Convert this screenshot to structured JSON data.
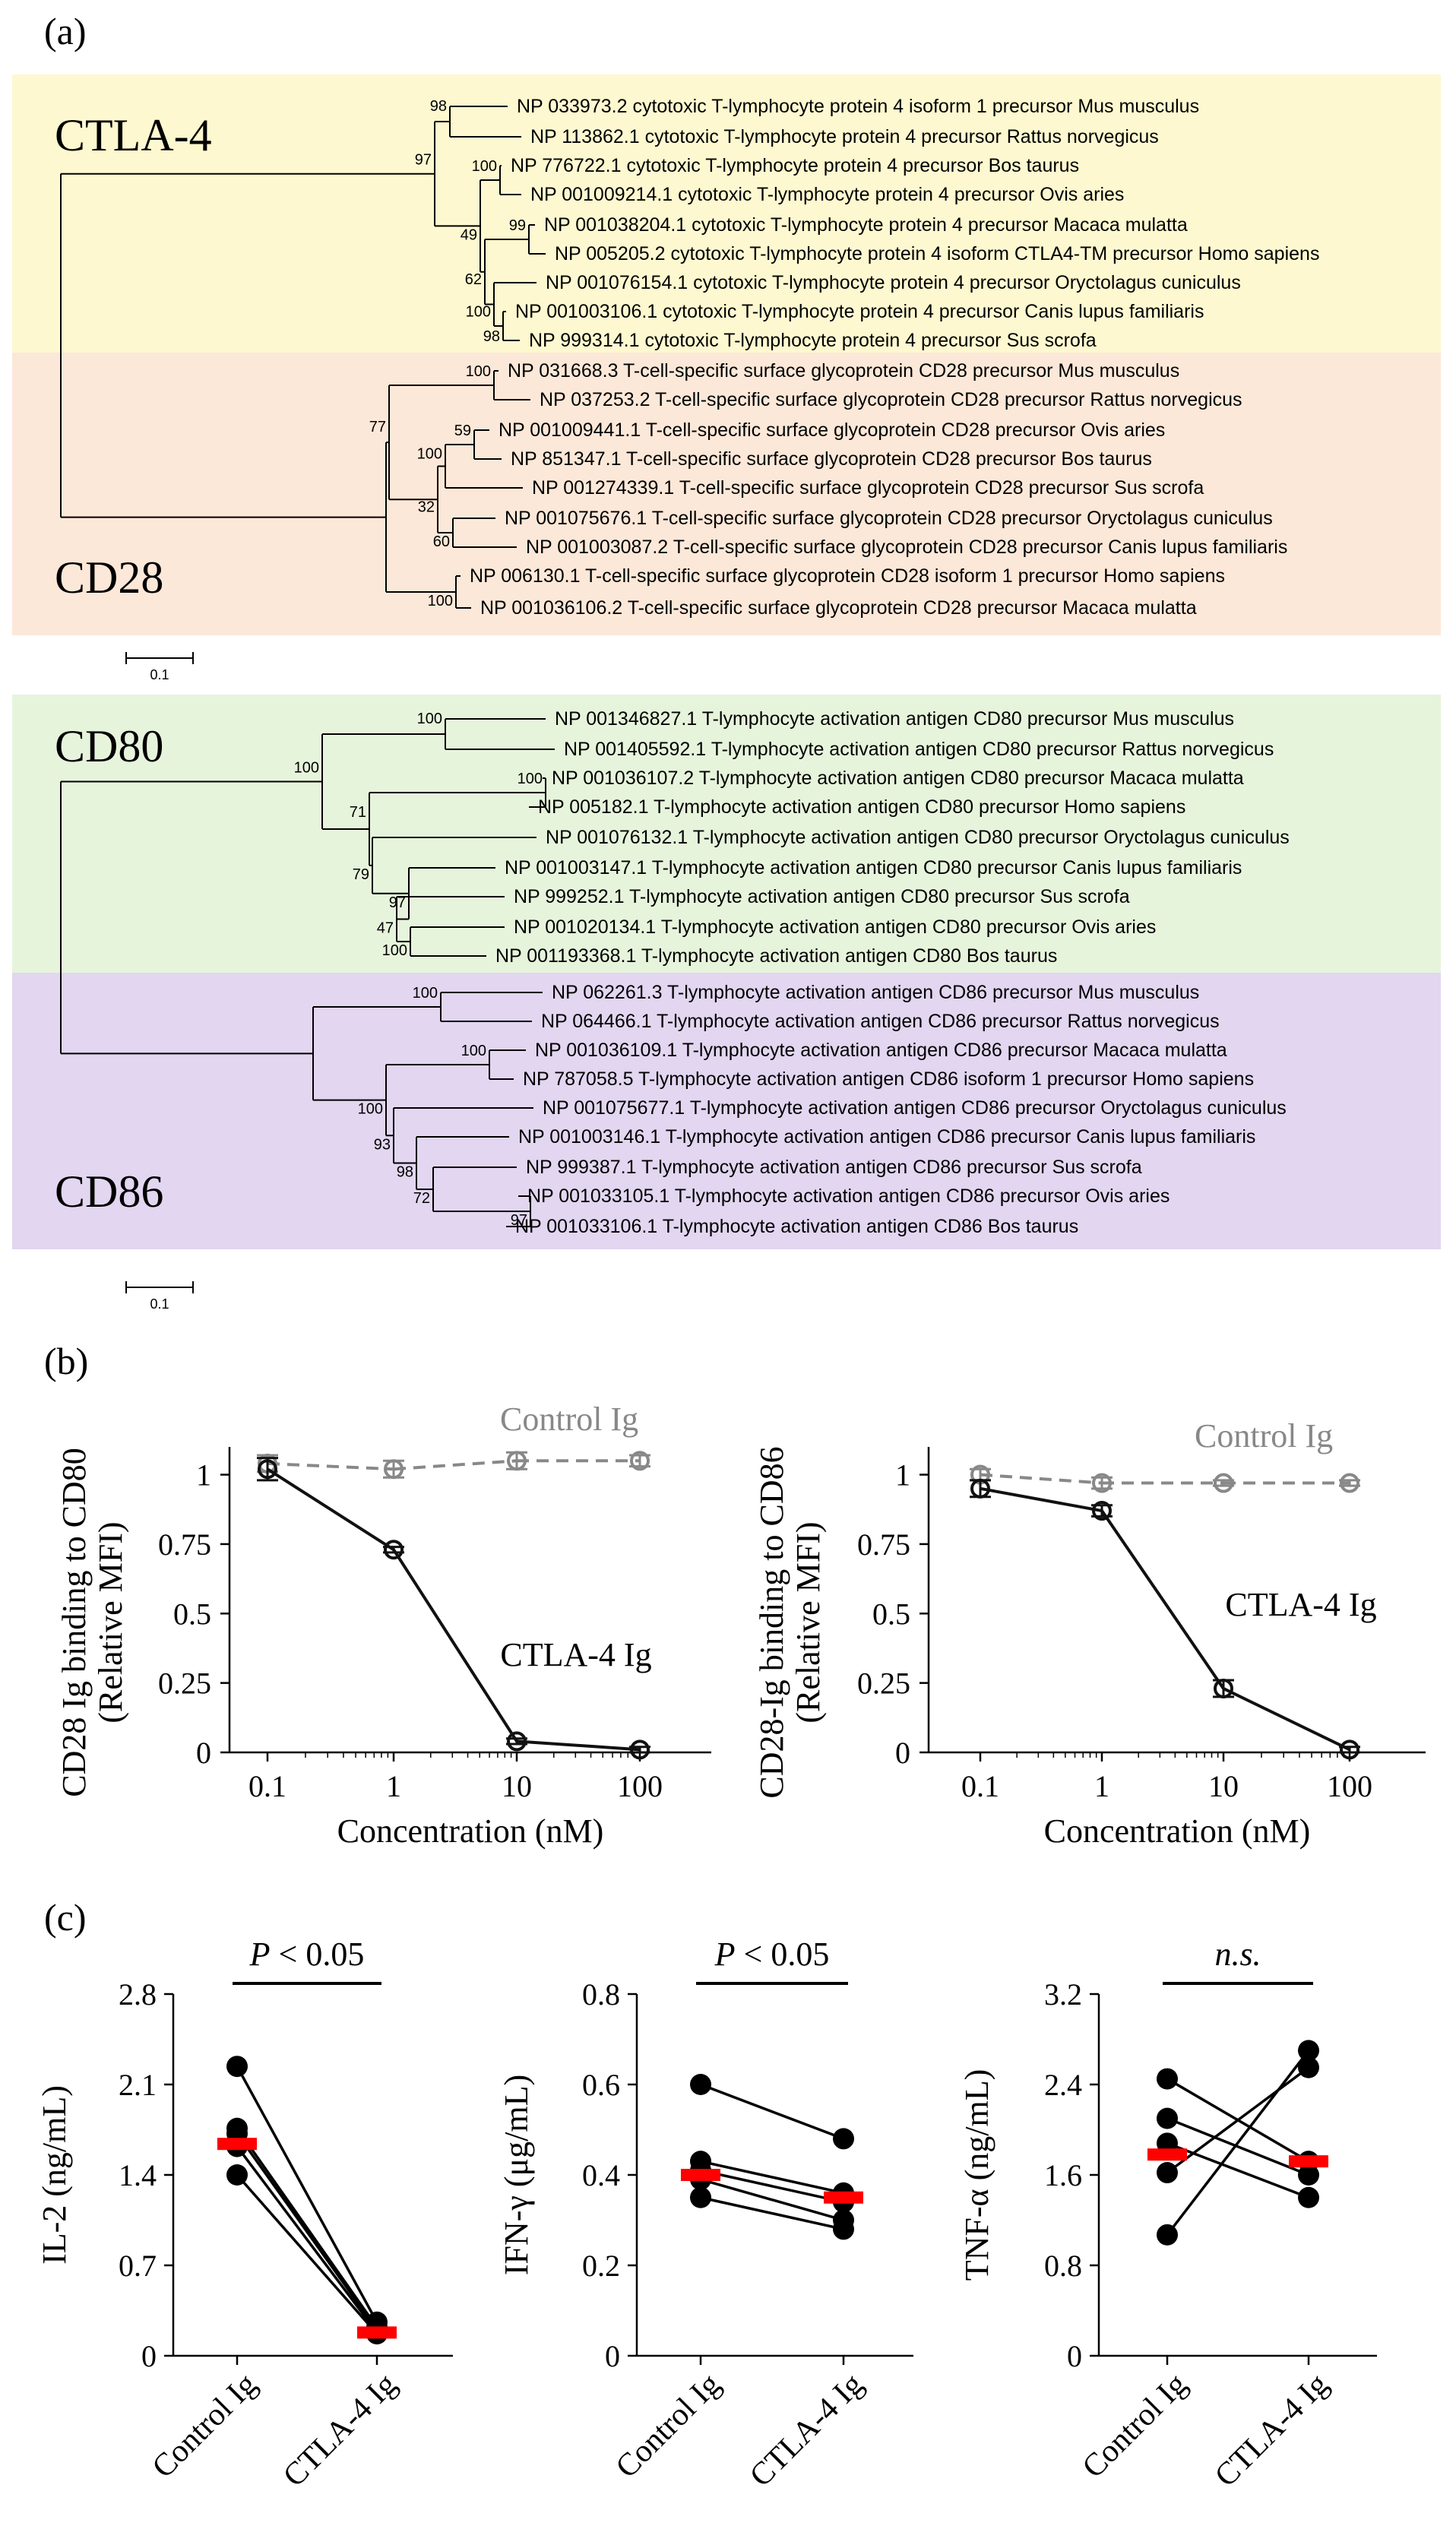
{
  "panels": {
    "a": "(a)",
    "b": "(b)",
    "c": "(c)"
  },
  "colors": {
    "ctla4_bg": "#fdf8d0",
    "cd28_bg": "#fce8d8",
    "cd80_bg": "#e7f4dc",
    "cd86_bg": "#e2d6f0",
    "control": "#888888",
    "ctla4": "#111111",
    "median": "#ff0000",
    "points": "#000000"
  },
  "trees": [
    {
      "scale_label": "0.1",
      "groups": [
        {
          "label": "CTLA-4",
          "taxa": [
            "NP 033973.2 cytotoxic T-lymphocyte protein 4 isoform 1 precursor Mus musculus",
            "NP 113862.1 cytotoxic T-lymphocyte protein 4 precursor Rattus norvegicus",
            "NP 776722.1 cytotoxic T-lymphocyte protein 4 precursor Bos taurus",
            "NP 001009214.1 cytotoxic T-lymphocyte protein 4 precursor Ovis aries",
            "NP 001038204.1 cytotoxic T-lymphocyte protein 4 precursor Macaca mulatta",
            "NP 005205.2 cytotoxic T-lymphocyte protein 4 isoform CTLA4-TM precursor Homo sapiens",
            "NP 001076154.1 cytotoxic T-lymphocyte protein 4 precursor Oryctolagus cuniculus",
            "NP 001003106.1 cytotoxic T-lymphocyte protein 4 precursor Canis lupus familiaris",
            "NP 999314.1 cytotoxic T-lymphocyte protein 4 precursor Sus scrofa"
          ]
        },
        {
          "label": "CD28",
          "taxa": [
            "NP 031668.3 T-cell-specific surface glycoprotein CD28 precursor Mus musculus",
            "NP 037253.2 T-cell-specific surface glycoprotein CD28 precursor Rattus norvegicus",
            "NP 001009441.1 T-cell-specific surface glycoprotein CD28 precursor Ovis aries",
            "NP 851347.1 T-cell-specific surface glycoprotein CD28 precursor Bos taurus",
            "NP 001274339.1 T-cell-specific surface glycoprotein CD28 precursor Sus scrofa",
            "NP 001075676.1 T-cell-specific surface glycoprotein CD28 precursor Oryctolagus cuniculus",
            "NP 001003087.2 T-cell-specific surface glycoprotein CD28 precursor Canis lupus familiaris",
            "NP 006130.1 T-cell-specific surface glycoprotein CD28 isoform 1 precursor Homo sapiens",
            "NP 001036106.2 T-cell-specific surface glycoprotein CD28 precursor Macaca mulatta"
          ]
        }
      ],
      "bootstrap": [
        "98",
        "100",
        "99",
        "98",
        "100",
        "62",
        "49",
        "97",
        "100",
        "59",
        "100",
        "60",
        "32",
        "77",
        "100"
      ]
    },
    {
      "scale_label": "0.1",
      "groups": [
        {
          "label": "CD80",
          "taxa": [
            "NP 001346827.1 T-lymphocyte activation antigen CD80 precursor Mus musculus",
            "NP 001405592.1 T-lymphocyte activation antigen CD80 precursor Rattus norvegicus",
            "NP 001036107.2 T-lymphocyte activation antigen CD80 precursor Macaca mulatta",
            "NP 005182.1 T-lymphocyte activation antigen CD80 precursor Homo sapiens",
            "NP 001076132.1 T-lymphocyte activation antigen CD80 precursor Oryctolagus cuniculus",
            "NP 001003147.1 T-lymphocyte activation antigen CD80 precursor Canis lupus familiaris",
            "NP 999252.1 T-lymphocyte activation antigen CD80 precursor Sus scrofa",
            "NP 001020134.1 T-lymphocyte activation antigen CD80 precursor Ovis aries",
            "NP 001193368.1 T-lymphocyte activation antigen CD80 Bos taurus"
          ]
        },
        {
          "label": "CD86",
          "taxa": [
            "NP 062261.3 T-lymphocyte activation antigen CD86 precursor Mus musculus",
            "NP 064466.1 T-lymphocyte activation antigen CD86 precursor Rattus norvegicus",
            "NP 001036109.1 T-lymphocyte activation antigen CD86 precursor Macaca mulatta",
            "NP 787058.5 T-lymphocyte activation antigen CD86 isoform 1 precursor Homo sapiens",
            "NP 001075677.1 T-lymphocyte activation antigen CD86 precursor Oryctolagus cuniculus",
            "NP 001003146.1 T-lymphocyte activation antigen CD86 precursor Canis lupus familiaris",
            "NP 999387.1 T-lymphocyte activation antigen CD86 precursor Sus scrofa",
            "NP 001033105.1 T-lymphocyte activation antigen CD86 precursor Ovis aries",
            "NP 001033106.1 T-lymphocyte activation antigen CD86 Bos taurus"
          ]
        }
      ],
      "bootstrap": [
        "100",
        "100",
        "100",
        "47",
        "97",
        "79",
        "71",
        "100",
        "100",
        "100",
        "97",
        "72",
        "98",
        "93",
        "100"
      ]
    }
  ],
  "chart_data": [
    {
      "type": "line",
      "ylabel": "CD28 Ig binding to CD80",
      "ylabel2": "(Relative MFI)",
      "xlabel": "Concentration (nM)",
      "x": [
        0.1,
        1,
        10,
        100
      ],
      "xticks": [
        "0.1",
        "1",
        "10",
        "100"
      ],
      "xlog": true,
      "ylim": [
        0,
        1.1
      ],
      "yticks": [
        "0",
        "0.25",
        "0.5",
        "0.75",
        "1"
      ],
      "series": [
        {
          "name": "Control Ig",
          "values": [
            1.04,
            1.02,
            1.05,
            1.05
          ],
          "err": [
            0.03,
            0.03,
            0.03,
            0.02
          ],
          "dashed": true
        },
        {
          "name": "CTLA-4 Ig",
          "values": [
            1.02,
            0.73,
            0.04,
            0.01
          ],
          "err": [
            0.04,
            0.01,
            0.01,
            0.01
          ],
          "dashed": false
        }
      ]
    },
    {
      "type": "line",
      "ylabel": "CD28-Ig binding to CD86",
      "ylabel2": "(Relative MFI)",
      "xlabel": "Concentration (nM)",
      "x": [
        0.1,
        1,
        10,
        100
      ],
      "xticks": [
        "0.1",
        "1",
        "10",
        "100"
      ],
      "xlog": true,
      "ylim": [
        0,
        1.1
      ],
      "yticks": [
        "0",
        "0.25",
        "0.5",
        "0.75",
        "1"
      ],
      "series": [
        {
          "name": "Control Ig",
          "values": [
            1.0,
            0.97,
            0.97,
            0.97
          ],
          "err": [
            0.02,
            0.02,
            0.01,
            0.01
          ],
          "dashed": true
        },
        {
          "name": "CTLA-4 Ig",
          "values": [
            0.95,
            0.87,
            0.23,
            0.01
          ],
          "err": [
            0.03,
            0.02,
            0.03,
            0.01
          ],
          "dashed": false
        }
      ]
    },
    {
      "type": "scatter",
      "ylabel": "IL-2  (ng/mL)",
      "categories": [
        "Control Ig",
        "CTLA-4 Ig"
      ],
      "ylim": [
        0,
        2.8
      ],
      "yticks": [
        "0",
        "0.7",
        "1.4",
        "2.1",
        "2.8"
      ],
      "significance": "P < 0.05",
      "sig_italic_part": "P",
      "pairs": [
        [
          2.24,
          0.26
        ],
        [
          1.76,
          0.22
        ],
        [
          1.72,
          0.2
        ],
        [
          1.62,
          0.18
        ],
        [
          1.4,
          0.17
        ]
      ],
      "medians": [
        1.64,
        0.18
      ]
    },
    {
      "type": "scatter",
      "ylabel": "IFN-γ (μg/mL)",
      "categories": [
        "Control Ig",
        "CTLA-4 Ig"
      ],
      "ylim": [
        0,
        0.8
      ],
      "yticks": [
        "0",
        "0.2",
        "0.4",
        "0.6",
        "0.8"
      ],
      "significance": "P < 0.05",
      "sig_italic_part": "P",
      "pairs": [
        [
          0.6,
          0.48
        ],
        [
          0.43,
          0.36
        ],
        [
          0.41,
          0.34
        ],
        [
          0.39,
          0.3
        ],
        [
          0.35,
          0.28
        ]
      ],
      "medians": [
        0.4,
        0.35
      ]
    },
    {
      "type": "scatter",
      "ylabel": "TNF-α (ng/mL)",
      "categories": [
        "Control Ig",
        "CTLA-4 Ig"
      ],
      "ylim": [
        0,
        3.2
      ],
      "yticks": [
        "0",
        "0.8",
        "1.6",
        "2.4",
        "3.2"
      ],
      "significance": "n.s.",
      "sig_italic_part": "n.s.",
      "pairs": [
        [
          2.45,
          1.72
        ],
        [
          2.1,
          1.6
        ],
        [
          1.88,
          1.4
        ],
        [
          1.62,
          2.55
        ],
        [
          1.07,
          2.7
        ]
      ],
      "medians": [
        1.78,
        1.72
      ]
    }
  ]
}
